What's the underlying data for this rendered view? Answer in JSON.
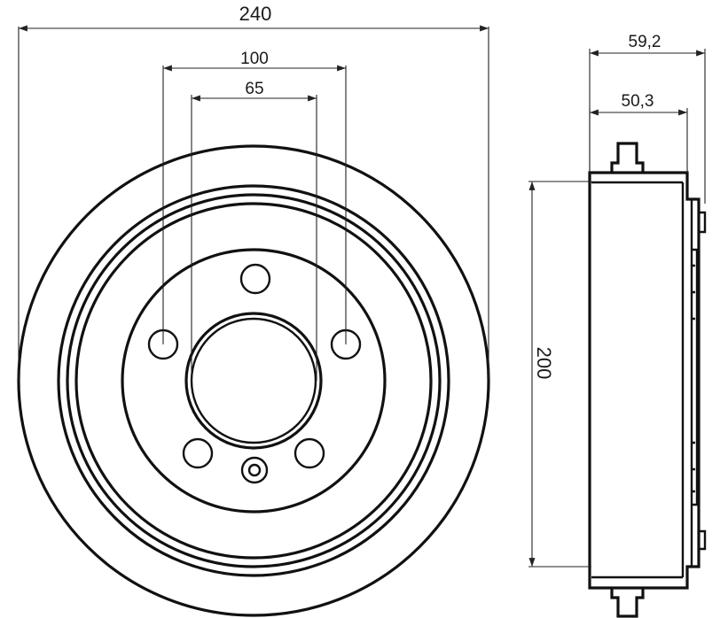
{
  "front_view": {
    "outer_diameter_label": "240",
    "bolt_circle_label": "100",
    "center_bore_label": "65"
  },
  "side_view": {
    "overall_width_label": "59,2",
    "inner_width_label": "50,3",
    "drum_inner_diameter_label": "200"
  },
  "colors": {
    "line": "#111111",
    "background": "#ffffff"
  }
}
